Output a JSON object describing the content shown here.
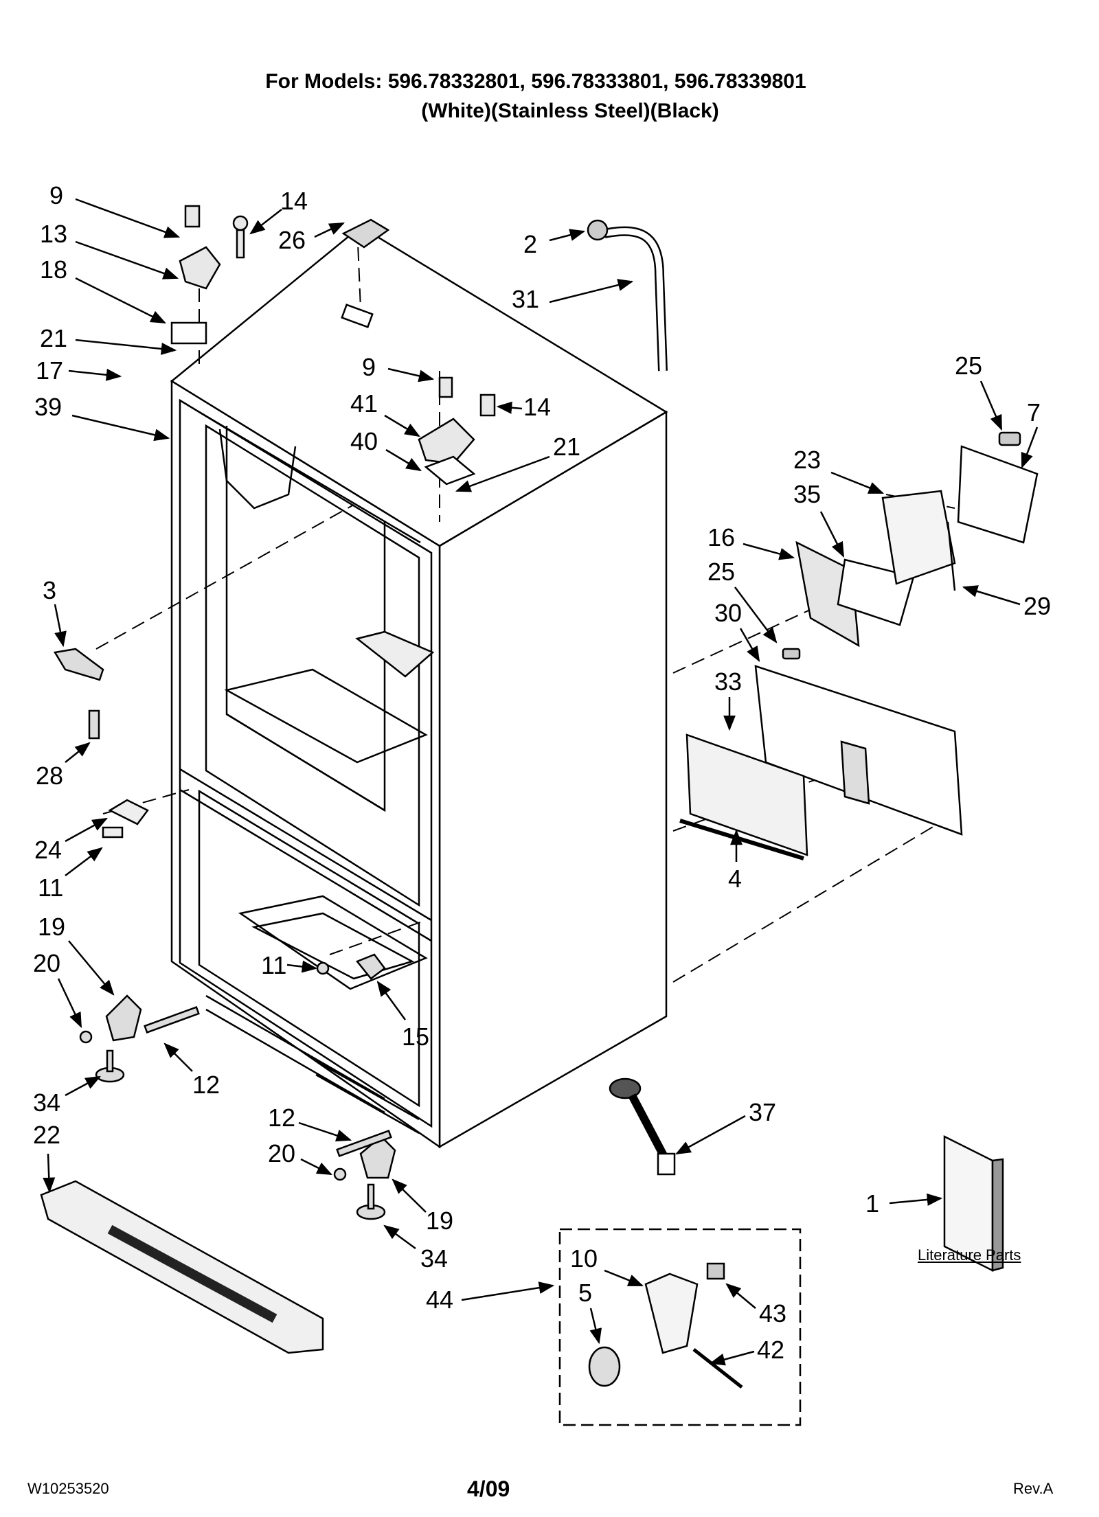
{
  "header": {
    "models_line": "For Models: 596.78332801, 596.78333801, 596.78339801",
    "finish_line": "(White)(Stainless Steel)(Black)"
  },
  "callouts": [
    "9",
    "14",
    "13",
    "26",
    "18",
    "2",
    "31",
    "21",
    "17",
    "9",
    "39",
    "41",
    "14",
    "40",
    "21",
    "25",
    "7",
    "23",
    "35",
    "16",
    "29",
    "25",
    "3",
    "30",
    "33",
    "28",
    "24",
    "4",
    "11",
    "19",
    "20",
    "11",
    "15",
    "12",
    "34",
    "12",
    "22",
    "20",
    "37",
    "19",
    "34",
    "1",
    "10",
    "5",
    "43",
    "44",
    "42"
  ],
  "literature_caption": "Literature Parts",
  "footer": {
    "doc_number": "W10253520",
    "date": "4/09",
    "revision": "Rev.A"
  },
  "colors": {
    "line": "#000000",
    "light_fill": "#f2f2f2",
    "mid_fill": "#bdbdbd",
    "dark_fill": "#333333"
  }
}
